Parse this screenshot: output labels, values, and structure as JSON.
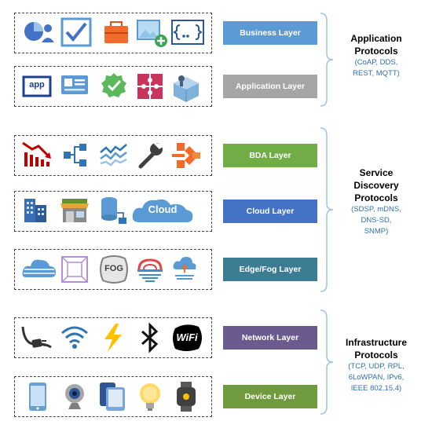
{
  "colors": {
    "blue": "#5b9bd5",
    "gray": "#a5a5a5",
    "green": "#70ad47",
    "dark_blue": "#4472c4",
    "teal": "#3c7d94",
    "purple": "#6a5a8e",
    "olive": "#6f9a3e",
    "protocol_text": "#2f6fb2"
  },
  "layers": [
    {
      "id": "business",
      "label": "Business Layer",
      "color": "#5b9bd5",
      "icons": [
        "pie-chart-user-icon",
        "checkbox-icon",
        "briefcase-icon",
        "add-image-icon",
        "function-bracket-icon"
      ]
    },
    {
      "id": "application",
      "label": "Application Layer",
      "color": "#a5a5a5",
      "icons": [
        "app-badge-icon",
        "id-card-icon",
        "check-badge-icon",
        "puzzle-icon",
        "cube-robot-icon"
      ]
    },
    {
      "id": "bda",
      "label": "BDA Layer",
      "color": "#70ad47",
      "icons": [
        "declining-bar-chart-icon",
        "hierarchy-icon",
        "line-graph-icon",
        "wrench-icon",
        "network-switch-icon"
      ]
    },
    {
      "id": "cloud",
      "label": "Cloud Layer",
      "color": "#4472c4",
      "icons": [
        "buildings-icon",
        "store-icon",
        "database-icon",
        "cloud-icon"
      ],
      "cloud_label": "Cloud"
    },
    {
      "id": "edge-fog",
      "label": "Edge/Fog Layer",
      "color": "#3c7d94",
      "icons": [
        "striped-cloud-icon",
        "framed-box-icon",
        "fog-icon",
        "sunset-signal-icon",
        "cloud-upload-icon"
      ],
      "fog_label": "FOG"
    },
    {
      "id": "network",
      "label": "Network Layer",
      "color": "#6a5a8e",
      "icons": [
        "cable-plug-icon",
        "wifi-signal-icon",
        "lightning-icon",
        "bluetooth-icon",
        "wifi-logo-icon"
      ],
      "wifi_label": "WiFi"
    },
    {
      "id": "device",
      "label": "Device Layer",
      "color": "#6f9a3e",
      "icons": [
        "smartphone-icon",
        "webcam-icon",
        "tablets-icon",
        "lightbulb-icon",
        "smartwatch-icon"
      ]
    }
  ],
  "groups": [
    {
      "id": "application-protocols",
      "title_lines": [
        "Application",
        "Protocols"
      ],
      "protocol_lines": [
        "(CoAP, DDS,",
        "REST, MQTT)"
      ]
    },
    {
      "id": "service-discovery-protocols",
      "title_lines": [
        "Service",
        "Discovery",
        "Protocols"
      ],
      "protocol_lines": [
        "(SDSP, mDNS,",
        "DNS-SD,",
        "SNMP)"
      ]
    },
    {
      "id": "infrastructure-protocols",
      "title_lines": [
        "Infrastructure",
        "Protocols"
      ],
      "protocol_lines": [
        "(TCP, UDP, RPL,",
        "6LoWPAN, IPv6,",
        "IEEE 802.15.4)"
      ]
    }
  ]
}
